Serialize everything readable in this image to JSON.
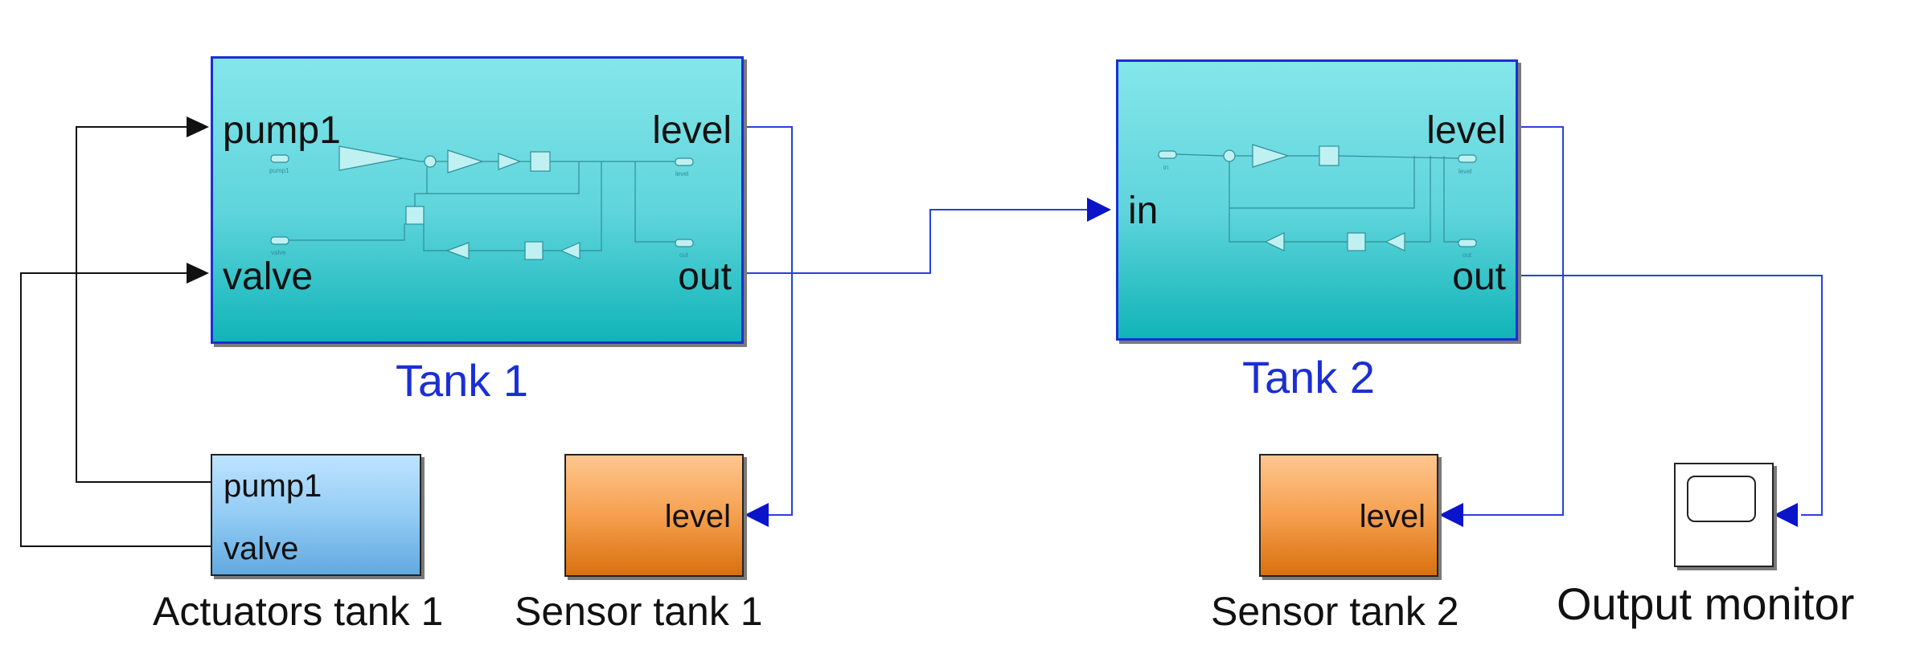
{
  "diagram": {
    "tank1": {
      "caption": "Tank 1",
      "inports": [
        "pump1",
        "valve"
      ],
      "outports": [
        "level",
        "out"
      ],
      "inner_labels": [
        "pump1",
        "valve",
        "level",
        "out"
      ]
    },
    "tank2": {
      "caption": "Tank 2",
      "inports": [
        "in"
      ],
      "outports": [
        "level",
        "out"
      ],
      "inner_labels": [
        "in",
        "level",
        "out"
      ]
    },
    "actuators": {
      "caption": "Actuators tank 1",
      "outports": [
        "pump1",
        "valve"
      ]
    },
    "sensor1": {
      "caption": "Sensor tank 1",
      "inport": "level"
    },
    "sensor2": {
      "caption": "Sensor tank 2",
      "inport": "level"
    },
    "monitor": {
      "caption": "Output monitor",
      "icon": "scope-icon"
    },
    "colors": {
      "signal_line_blue": "#2a3fe0",
      "signal_line_black": "#111111",
      "arrow_blue": "#0a14c8",
      "caption_blue": "#1a2fd4",
      "tank_fill": "#5ed4db",
      "sensor_fill": "#f5a04f",
      "actuator_fill": "#93ccf4"
    }
  }
}
